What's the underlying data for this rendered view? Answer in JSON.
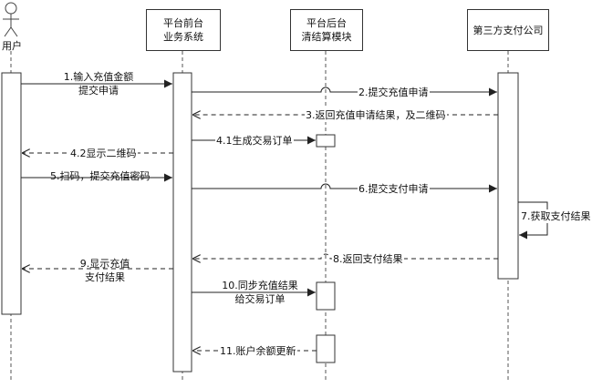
{
  "participants": {
    "user": {
      "label": "用户"
    },
    "frontend": {
      "line1": "平台前台",
      "line2": "业务系统"
    },
    "backend": {
      "line1": "平台后台",
      "line2": "清结算模块"
    },
    "third_party": {
      "label": "第三方支付公司"
    }
  },
  "messages": [
    {
      "id": "m1",
      "lines": [
        "1.输入充值金额",
        "提交申请"
      ],
      "from": "user",
      "to": "frontend",
      "style": "solid"
    },
    {
      "id": "m2",
      "lines": [
        "2.提交充值申请"
      ],
      "from": "frontend",
      "to": "third_party",
      "style": "solid"
    },
    {
      "id": "m3",
      "lines": [
        "3.返回充值申请结果，及二维码"
      ],
      "from": "third_party",
      "to": "frontend",
      "style": "dashed"
    },
    {
      "id": "m41",
      "lines": [
        "4.1生成交易订单"
      ],
      "from": "frontend",
      "to": "backend",
      "style": "solid"
    },
    {
      "id": "m42",
      "lines": [
        "4.2显示二维码"
      ],
      "from": "frontend",
      "to": "user",
      "style": "dashed"
    },
    {
      "id": "m5",
      "lines": [
        "5.扫码，提交充值密码"
      ],
      "from": "user",
      "to": "frontend",
      "style": "solid"
    },
    {
      "id": "m6",
      "lines": [
        "6.提交支付申请"
      ],
      "from": "frontend",
      "to": "third_party",
      "style": "solid"
    },
    {
      "id": "m7",
      "lines": [
        "7.获取支付结果"
      ],
      "from": "third_party",
      "to": "third_party",
      "style": "solid"
    },
    {
      "id": "m8",
      "lines": [
        "8.返回支付结果"
      ],
      "from": "third_party",
      "to": "frontend",
      "style": "dashed"
    },
    {
      "id": "m9",
      "lines": [
        "9.显示充值",
        "支付结果"
      ],
      "from": "frontend",
      "to": "user",
      "style": "dashed"
    },
    {
      "id": "m10",
      "lines": [
        "10.同步充值结果",
        "给交易订单"
      ],
      "from": "frontend",
      "to": "backend",
      "style": "solid"
    },
    {
      "id": "m11",
      "lines": [
        "11.账户余额更新"
      ],
      "from": "backend",
      "to": "frontend",
      "style": "dashed"
    }
  ]
}
